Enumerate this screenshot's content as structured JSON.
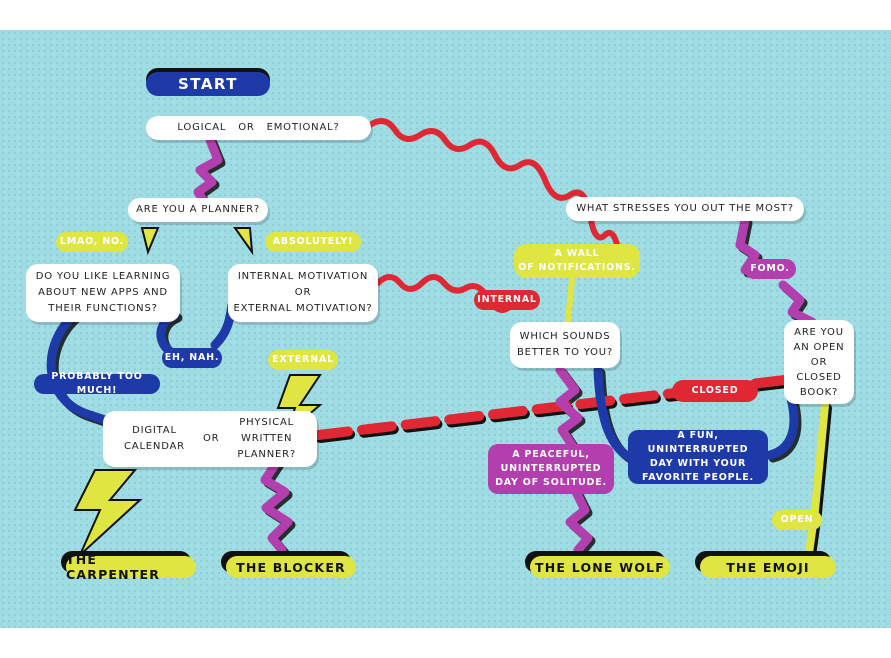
{
  "colors": {
    "background": "#9fdce3",
    "blue": "#1e3aa8",
    "red": "#e02834",
    "yellow": "#dfe541",
    "purple": "#b33fae",
    "shadow": "#111111"
  },
  "start": "START",
  "q_logical": {
    "a": "LOGICAL",
    "or": "OR",
    "b": "EMOTIONAL?"
  },
  "q_planner": "ARE YOU A PLANNER?",
  "ans_lmao": "LMAO, NO.",
  "ans_absolutely": "ABSOLUTELY!",
  "q_learning": {
    "line1": "DO YOU LIKE LEARNING",
    "line2": "ABOUT NEW APPS AND",
    "line3": "THEIR FUNCTIONS?"
  },
  "q_motivation": {
    "line1": "INTERNAL MOTIVATION",
    "line2": "OR",
    "line3": "EXTERNAL MOTIVATION?"
  },
  "ans_eh_nah": "EH, NAH.",
  "ans_too_much": "PROBABLY TOO MUCH!",
  "ans_external": "EXTERNAL",
  "ans_internal": "INTERNAL",
  "q_calendar": {
    "a1": "DIGITAL",
    "a2": "CALENDAR",
    "or": "OR",
    "b1": "PHYSICAL",
    "b2": "WRITTEN",
    "b3": "PLANNER?"
  },
  "q_stresses": "WHAT STRESSES YOU OUT THE MOST?",
  "ans_wall": {
    "line1": "A WALL",
    "line2": "OF NOTIFICATIONS."
  },
  "ans_fomo": "FOMO.",
  "q_sounds": {
    "line1": "WHICH SOUNDS",
    "line2": "BETTER TO YOU?"
  },
  "q_book": {
    "line1": "ARE YOU",
    "line2": "AN OPEN",
    "line3": "OR",
    "line4": "CLOSED",
    "line5": "BOOK?"
  },
  "ans_closed": "CLOSED",
  "ans_open": "OPEN",
  "ans_peaceful": {
    "line1": "A PEACEFUL,",
    "line2": "UNINTERRUPTED",
    "line3": "DAY OF SOLITUDE."
  },
  "ans_fun": {
    "line1": "A FUN, UNINTERRUPTED",
    "line2": "DAY WITH YOUR",
    "line3": "FAVORITE PEOPLE."
  },
  "results": {
    "carpenter": "THE CARPENTER",
    "blocker": "THE BLOCKER",
    "lone_wolf": "THE LONE WOLF",
    "emoji": "THE EMOJI"
  }
}
